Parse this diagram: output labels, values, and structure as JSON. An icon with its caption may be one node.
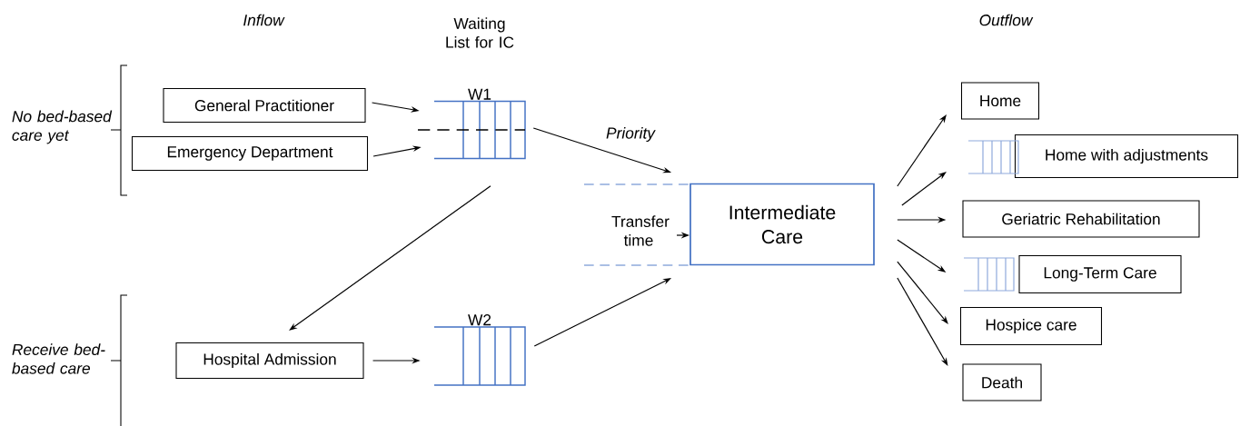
{
  "diagram": {
    "nodes": [
      {
        "text": [
          "General Practitioner"
        ]
      },
      {
        "text": [
          "Emergency Department"
        ]
      },
      {
        "text": [
          "W1"
        ]
      },
      {
        "text": [
          "Hospital Admission"
        ]
      },
      {
        "text": [
          "W2"
        ]
      },
      {
        "text": [
          "Intermediate Care"
        ]
      },
      {
        "text": [
          "Home"
        ]
      },
      {
        "text": [
          "Home with adjustments"
        ]
      },
      {
        "text": [
          "Geriatric Rehabilitation"
        ]
      },
      {
        "text": [
          "Long-Term Care"
        ]
      },
      {
        "text": [
          "Hospice care"
        ]
      },
      {
        "text": [
          "Death"
        ]
      }
    ],
    "edges": [
      {
        "from": 0,
        "to": 2,
        "arrow": "to"
      },
      {
        "from": 1,
        "to": 2,
        "arrow": "to"
      },
      {
        "from": 2,
        "to": 5,
        "arrow": "to",
        "label": "Priority"
      },
      {
        "from": 2,
        "to": 3,
        "arrow": "to"
      },
      {
        "from": 3,
        "to": 4,
        "arrow": "to"
      },
      {
        "from": 4,
        "to": 5,
        "arrow": "to"
      },
      {
        "from": null,
        "to": 5,
        "arrow": "to",
        "label": "Transfer time"
      },
      {
        "from": 5,
        "to": 6,
        "arrow": "to"
      },
      {
        "from": 5,
        "to": 7,
        "arrow": "to"
      },
      {
        "from": 5,
        "to": 8,
        "arrow": "to"
      },
      {
        "from": 5,
        "to": 9,
        "arrow": "to"
      },
      {
        "from": 5,
        "to": 10,
        "arrow": "to"
      },
      {
        "from": 5,
        "to": 11,
        "arrow": "to"
      }
    ],
    "labels": [
      "Inflow",
      "Waiting List for IC",
      "Outflow",
      "No bed-based care yet",
      "Receive bed-based care"
    ]
  }
}
